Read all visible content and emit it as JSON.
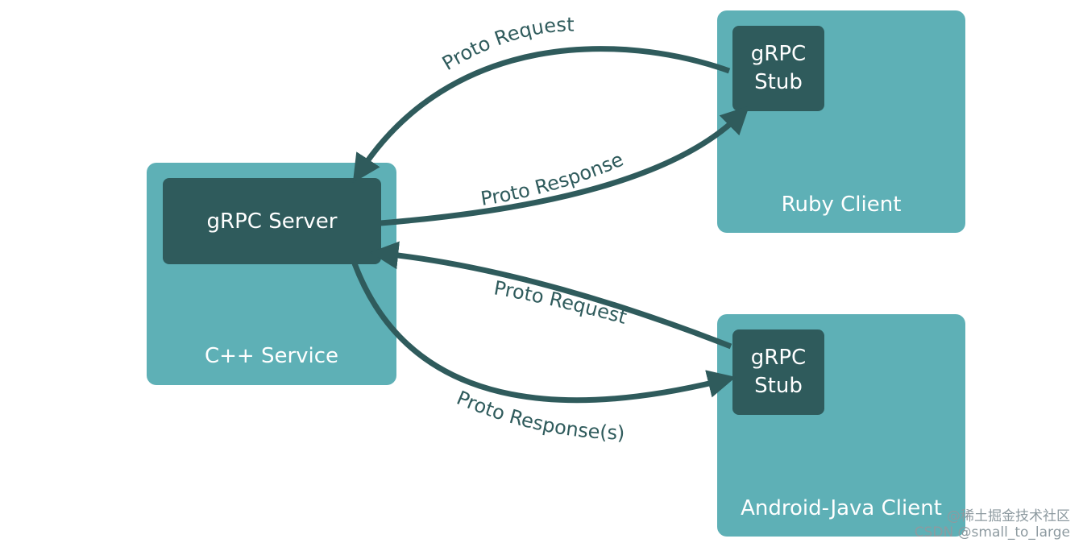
{
  "colors": {
    "panel": "#5eb0b6",
    "inner": "#2f5b5c",
    "text_light": "#ffffff",
    "arrow": "#2f5b5c"
  },
  "cpp_service": {
    "server_label": "gRPC Server",
    "panel_label": "C++ Service"
  },
  "ruby_client": {
    "stub_line1": "gRPC",
    "stub_line2": "Stub",
    "panel_label": "Ruby Client"
  },
  "android_client": {
    "stub_line1": "gRPC",
    "stub_line2": "Stub",
    "panel_label": "Android-Java Client"
  },
  "edges": {
    "ruby_request": "Proto Request",
    "ruby_response": "Proto Response",
    "android_request": "Proto Request",
    "android_response": "Proto Response(s)"
  },
  "watermark": {
    "line1": "@稀土掘金技术社区",
    "line2": "CSDN @small_to_large"
  }
}
